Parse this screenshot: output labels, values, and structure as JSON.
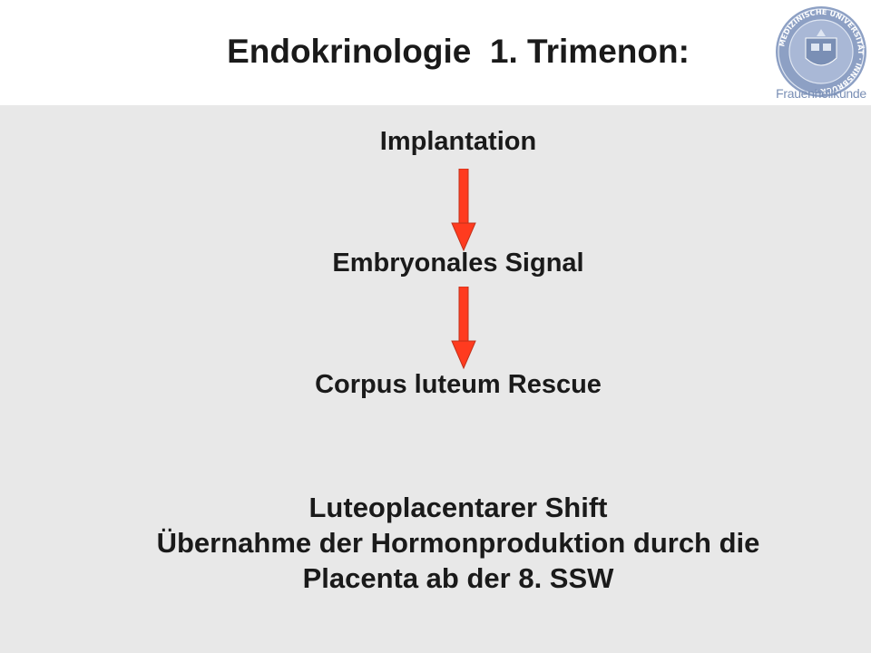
{
  "header": {
    "title": "Endokrinologie  1. Trimenon:",
    "logo": {
      "seal_text": "MEDIZINISCHE UNIVERSITÄT · INNSBRUCK ·",
      "caption": "Frauenheilkunde",
      "color": "#7a8fb5"
    }
  },
  "flow": {
    "steps": [
      "Implantation",
      "Embryonales Signal",
      "Corpus luteum Rescue"
    ],
    "arrow_color": "#ff3b1f"
  },
  "shift": {
    "line1": "Luteoplacentarer Shift",
    "line2": "Übernahme der Hormonproduktion durch die",
    "line3": "Placenta ab der 8. SSW"
  }
}
